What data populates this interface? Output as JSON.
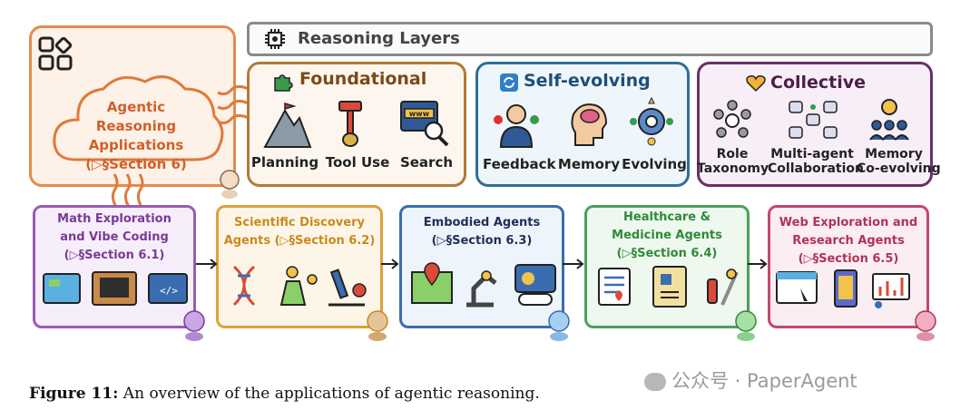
{
  "reasoning_layers": {
    "title": "Reasoning Layers",
    "icon": "chip-icon"
  },
  "agentic_apps": {
    "line1": "Agentic Reasoning",
    "line2": "Applications",
    "line3": "(▷§Section 6)"
  },
  "foundational": {
    "title": "Foundational",
    "items": [
      "Planning",
      "Tool Use",
      "Search"
    ],
    "color": "#b27a3a"
  },
  "self_evolving": {
    "title": "Self-evolving",
    "items": [
      "Feedback",
      "Memory",
      "Evolving"
    ],
    "color": "#2f6f95"
  },
  "collective": {
    "title": "Collective",
    "items": [
      {
        "line1": "Role",
        "line2": "Taxonomy"
      },
      {
        "line1": "Multi-agent",
        "line2": "Collaboration"
      },
      {
        "line1": "Memory",
        "line2": "Co-evolving"
      }
    ],
    "color": "#6a2f6a"
  },
  "apps": [
    {
      "line1": "Math Exploration",
      "line2": "and Vibe Coding",
      "line3": "(▷§Section 6.1)",
      "color": "#7a3a95"
    },
    {
      "line1": "Scientific Discovery",
      "line2": "Agents (▷§Section 6.2)",
      "line3": "",
      "color": "#c98a1a"
    },
    {
      "line1": "Embodied Agents",
      "line2": "(▷§Section 6.3)",
      "line3": "",
      "color": "#1f2f55"
    },
    {
      "line1": "Healthcare &",
      "line2": "Medicine Agents",
      "line3": "(▷§Section 6.4)",
      "color": "#2f8a3a"
    },
    {
      "line1": "Web Exploration and",
      "line2": "Research Agents",
      "line3": "(▷§Section 6.5)",
      "color": "#b03358"
    }
  ],
  "caption": {
    "label": "Figure 11:",
    "text": " An overview of the applications of agentic reasoning."
  },
  "watermark": "公众号 · PaperAgent"
}
